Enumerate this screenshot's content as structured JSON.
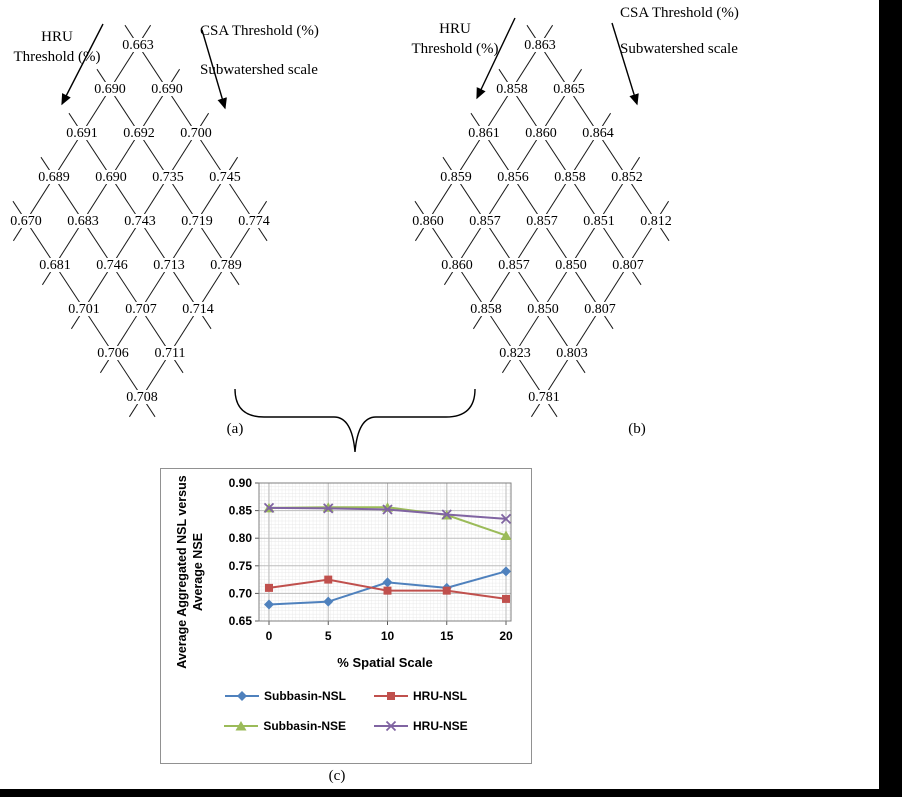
{
  "panel_a": {
    "caption": "(a)",
    "axis_left": [
      "HRU",
      "Threshold (%)"
    ],
    "axis_right": [
      "CSA Threshold (%)",
      "Subwatershed scale"
    ],
    "rows": [
      [
        "0.663"
      ],
      [
        "0.690",
        "0.690"
      ],
      [
        "0.691",
        "0.692",
        "0.700"
      ],
      [
        "0.689",
        "0.690",
        "0.735",
        "0.745"
      ],
      [
        "0.670",
        "0.683",
        "0.743",
        "0.719",
        "0.774"
      ],
      [
        "0.681",
        "0.746",
        "0.713",
        "0.789"
      ],
      [
        "0.701",
        "0.707",
        "0.714"
      ],
      [
        "0.706",
        "0.711"
      ],
      [
        "0.708"
      ]
    ]
  },
  "panel_b": {
    "caption": "(b)",
    "axis_left": [
      "HRU",
      "Threshold (%)"
    ],
    "axis_right": [
      "CSA Threshold (%)",
      "Subwatershed scale"
    ],
    "rows": [
      [
        "0.863"
      ],
      [
        "0.858",
        "0.865"
      ],
      [
        "0.861",
        "0.860",
        "0.864"
      ],
      [
        "0.859",
        "0.856",
        "0.858",
        "0.852"
      ],
      [
        "0.860",
        "0.857",
        "0.857",
        "0.851",
        "0.812"
      ],
      [
        "0.860",
        "0.857",
        "0.850",
        "0.807"
      ],
      [
        "0.858",
        "0.850",
        "0.807"
      ],
      [
        "0.823",
        "0.803"
      ],
      [
        "0.781"
      ]
    ]
  },
  "panel_c": {
    "caption": "(c)"
  },
  "chart_data": {
    "type": "line",
    "x": [
      0,
      5,
      10,
      15,
      20
    ],
    "xticks": [
      0,
      5,
      10,
      15,
      20
    ],
    "yticks": [
      0.9,
      0.85,
      0.8,
      0.75,
      0.7,
      0.65
    ],
    "ylim": [
      0.65,
      0.9
    ],
    "ytick_step": 0.05,
    "xlabel": "% Spatial Scale",
    "ylabel": "Average Aggregated NSL versus Average NSE",
    "ylabel_lines": [
      "Average Aggregated NSL versus",
      "Average NSE"
    ],
    "grid": "fine minor graph-paper grid with major gridlines",
    "legend_position": "bottom",
    "series": [
      {
        "name": "Subbasin-NSL",
        "color": "#4F81BD",
        "marker": "diamond",
        "values": [
          0.68,
          0.685,
          0.72,
          0.71,
          0.74
        ]
      },
      {
        "name": "HRU-NSL",
        "color": "#C0504D",
        "marker": "square",
        "values": [
          0.71,
          0.725,
          0.705,
          0.705,
          0.69
        ]
      },
      {
        "name": "Subbasin-NSE",
        "color": "#9BBB59",
        "marker": "triangle",
        "values": [
          0.855,
          0.856,
          0.856,
          0.842,
          0.805
        ]
      },
      {
        "name": "HRU-NSE",
        "color": "#8064A2",
        "marker": "x",
        "values": [
          0.855,
          0.854,
          0.852,
          0.843,
          0.835
        ]
      }
    ]
  }
}
